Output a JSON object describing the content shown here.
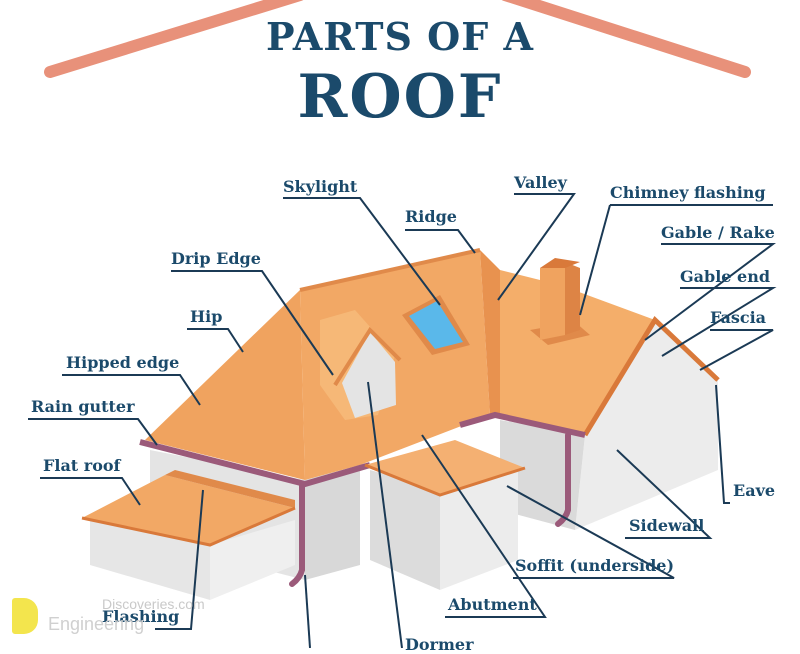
{
  "title": {
    "line1": "PARTS OF A",
    "line2": "ROOF"
  },
  "colors": {
    "title": "#1b4a6b",
    "roof_arc": "#e8917a",
    "roof": "#f2a865",
    "roof_dark": "#e08a4a",
    "wall": "#e6e6e6",
    "wall_shade": "#d6d6d6",
    "gutter": "#9b5a7a",
    "skylight": "#5ab8ea",
    "leader": "#1b3a55"
  },
  "labels": {
    "skylight": "Skylight",
    "valley": "Valley",
    "chimney_flashing": "Chimney flashing",
    "ridge": "Ridge",
    "gable_rake": "Gable / Rake",
    "drip_edge": "Drip Edge",
    "gable_end": "Gable end",
    "hip": "Hip",
    "fascia": "Fascia",
    "hipped_edge": "Hipped edge",
    "rain_gutter": "Rain gutter",
    "flat_roof": "Flat roof",
    "eave": "Eave",
    "sidewall": "Sidewall",
    "soffit": "Soffit (underside)",
    "abutment": "Abutment",
    "flashing": "Flashing",
    "dormer": "Dormer"
  },
  "watermark": {
    "line1": "Discoveries.com",
    "line2": "Engineering"
  }
}
